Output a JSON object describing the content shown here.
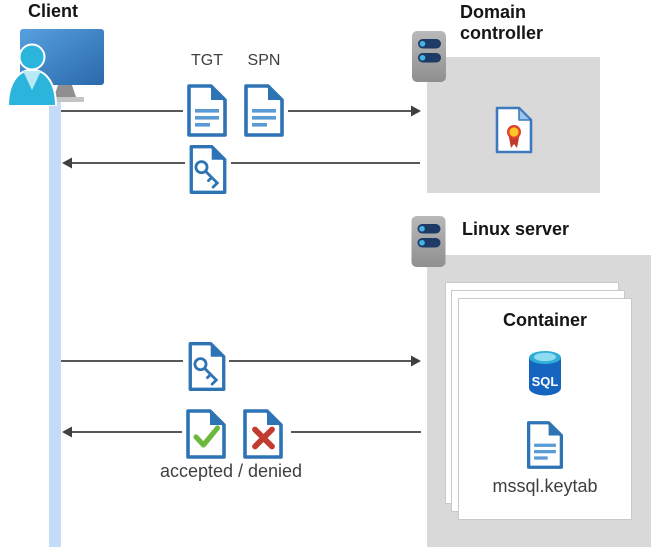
{
  "client": {
    "label": "Client"
  },
  "messages": {
    "tgt_label": "TGT",
    "spn_label": "SPN",
    "accepted_denied_label": "accepted / denied"
  },
  "domain_controller": {
    "label": "Domain controller"
  },
  "linux_server": {
    "label": "Linux server",
    "container": {
      "label": "Container",
      "sql_badge_text": "SQL",
      "keytab_label": "mssql.keytab"
    }
  },
  "icons": {
    "client": "client-workstation-icon",
    "domain_controller": "server-icon",
    "linux_server": "server-icon",
    "certificate": "certificate-icon",
    "tgt": "ticket-document-icon",
    "spn": "ticket-document-icon",
    "service_ticket": "key-document-icon",
    "accepted": "check-document-icon",
    "denied": "x-document-icon",
    "sql": "sql-database-icon",
    "keytab": "keytab-file-icon"
  },
  "colors": {
    "document_blue": "#2e74b5",
    "document_line_blue": "#5b9bd5",
    "accepted_green": "#6fb83e",
    "denied_red": "#c13b30",
    "lifeline_blue": "#c5dcf8",
    "panel_gray": "#d9d9d9",
    "arrow_gray": "#404040",
    "sql_blue": "#1565c0",
    "person_cyan": "#2cb5dc"
  }
}
